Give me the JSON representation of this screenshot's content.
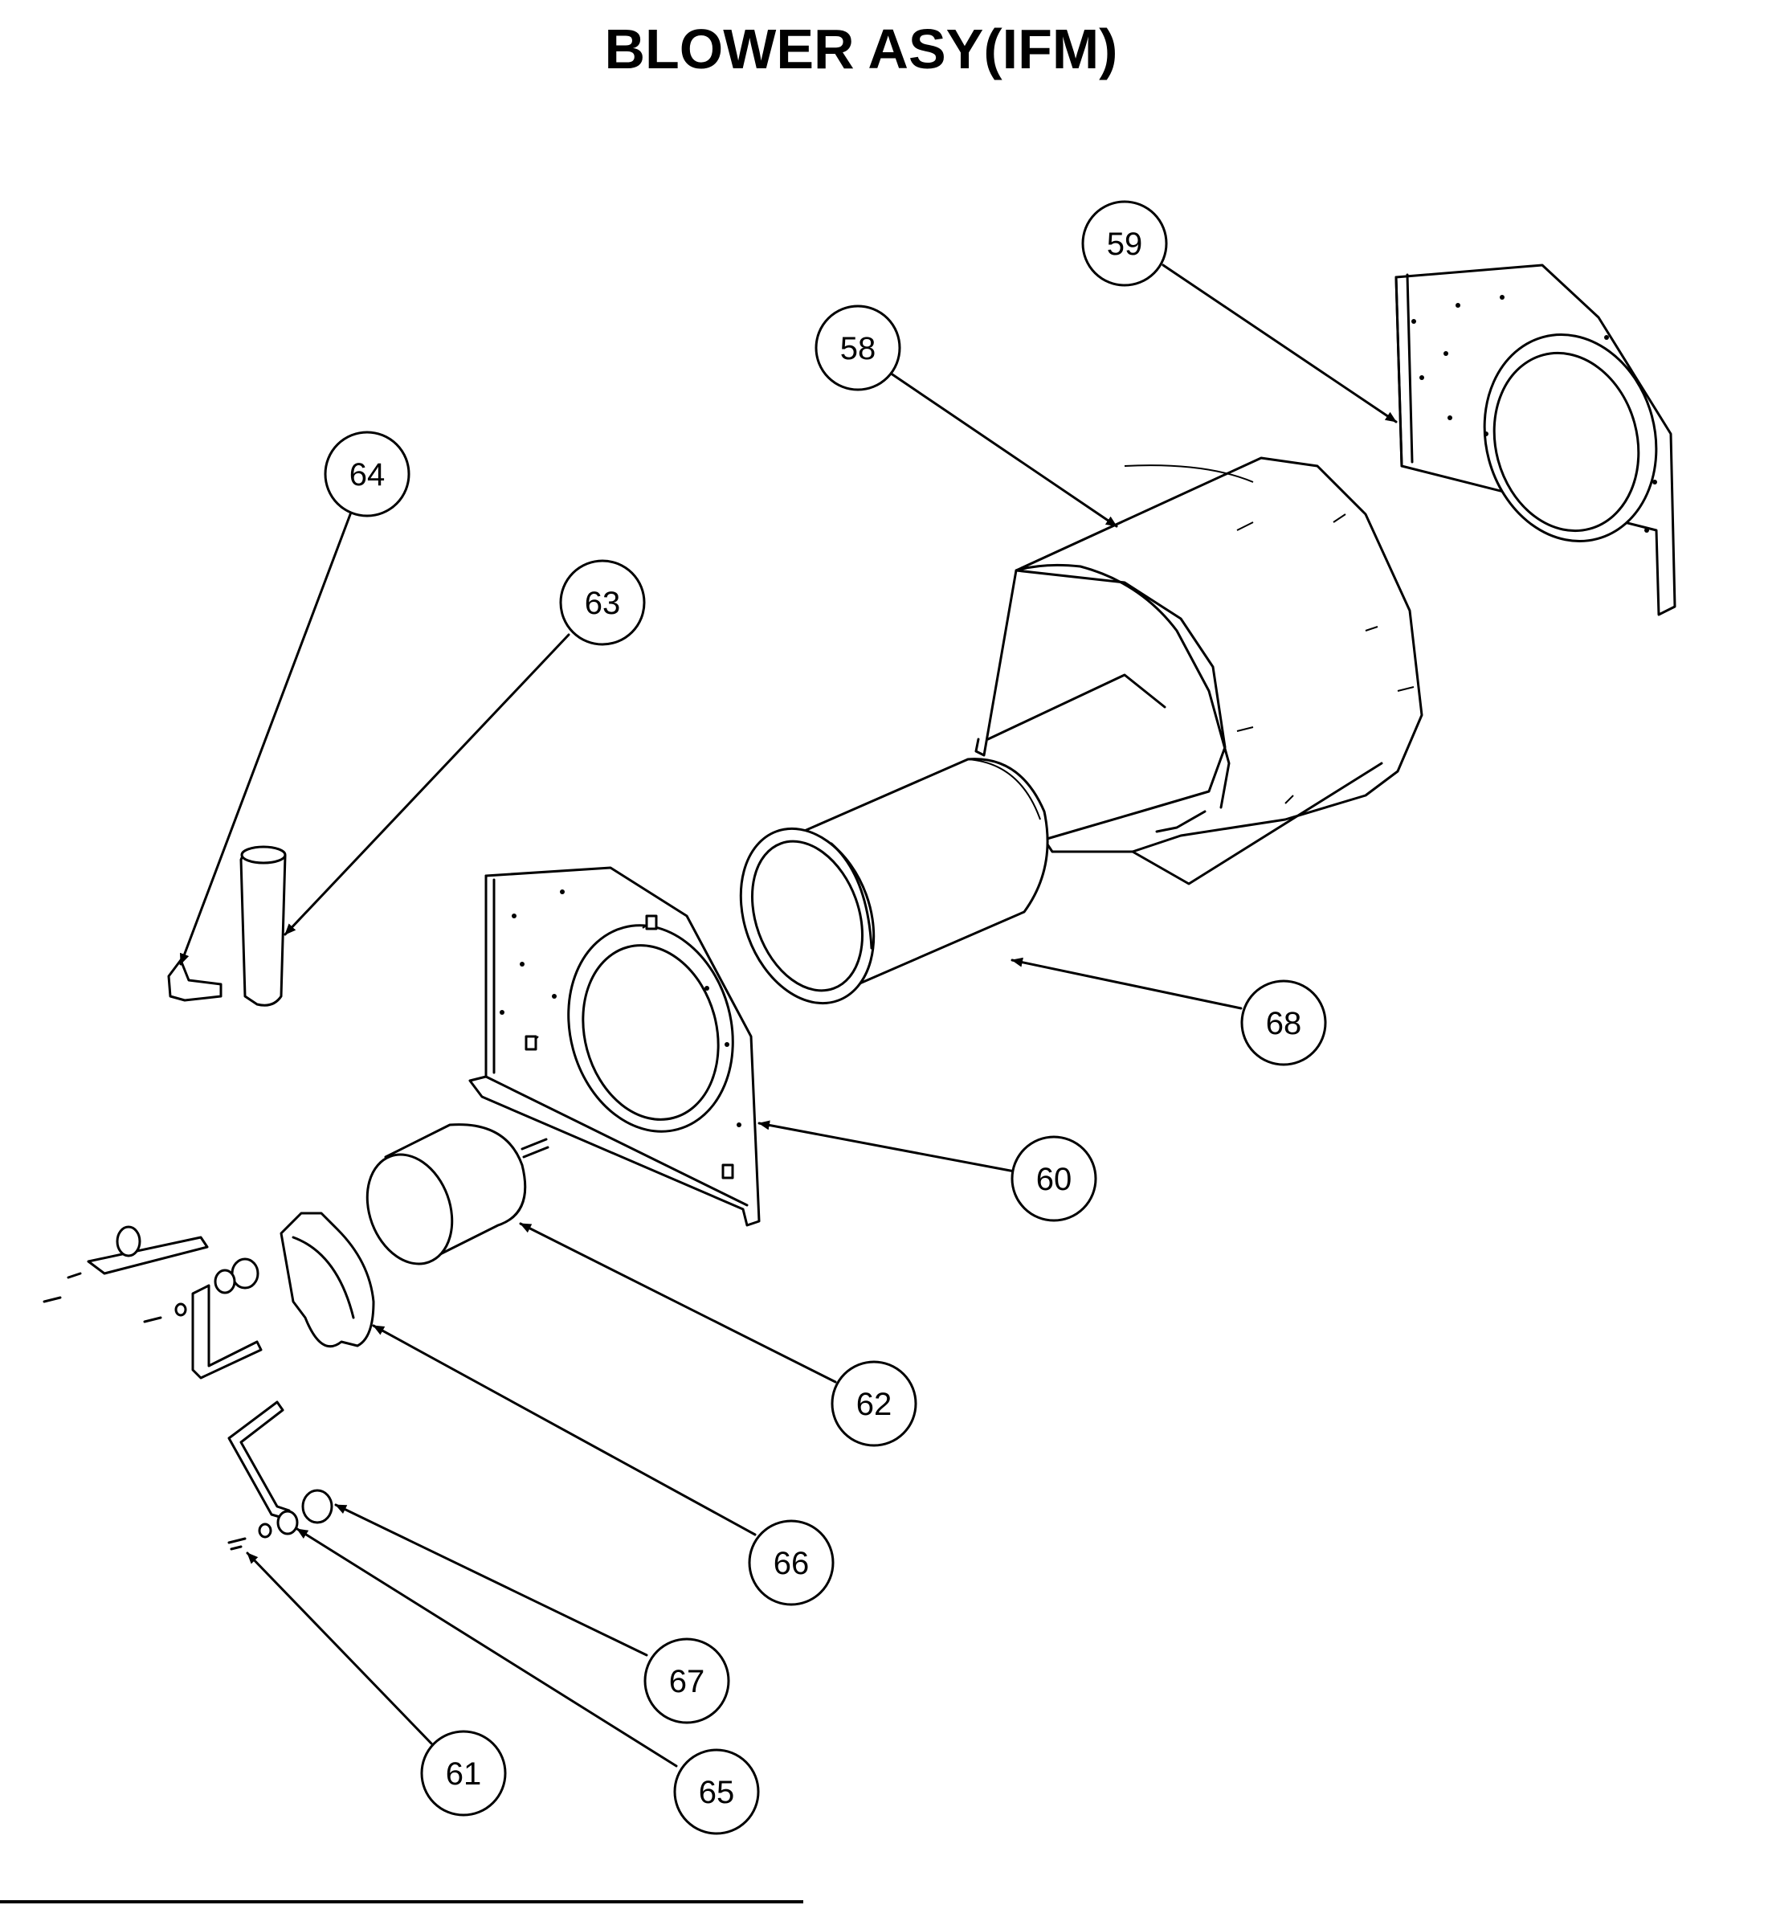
{
  "title": "BLOWER ASY(IFM)",
  "callouts": [
    {
      "id": "58",
      "label": "58"
    },
    {
      "id": "59",
      "label": "59"
    },
    {
      "id": "60",
      "label": "60"
    },
    {
      "id": "61",
      "label": "61"
    },
    {
      "id": "62",
      "label": "62"
    },
    {
      "id": "63",
      "label": "63"
    },
    {
      "id": "64",
      "label": "64"
    },
    {
      "id": "65",
      "label": "65"
    },
    {
      "id": "66",
      "label": "66"
    },
    {
      "id": "67",
      "label": "67"
    },
    {
      "id": "68",
      "label": "68"
    }
  ]
}
